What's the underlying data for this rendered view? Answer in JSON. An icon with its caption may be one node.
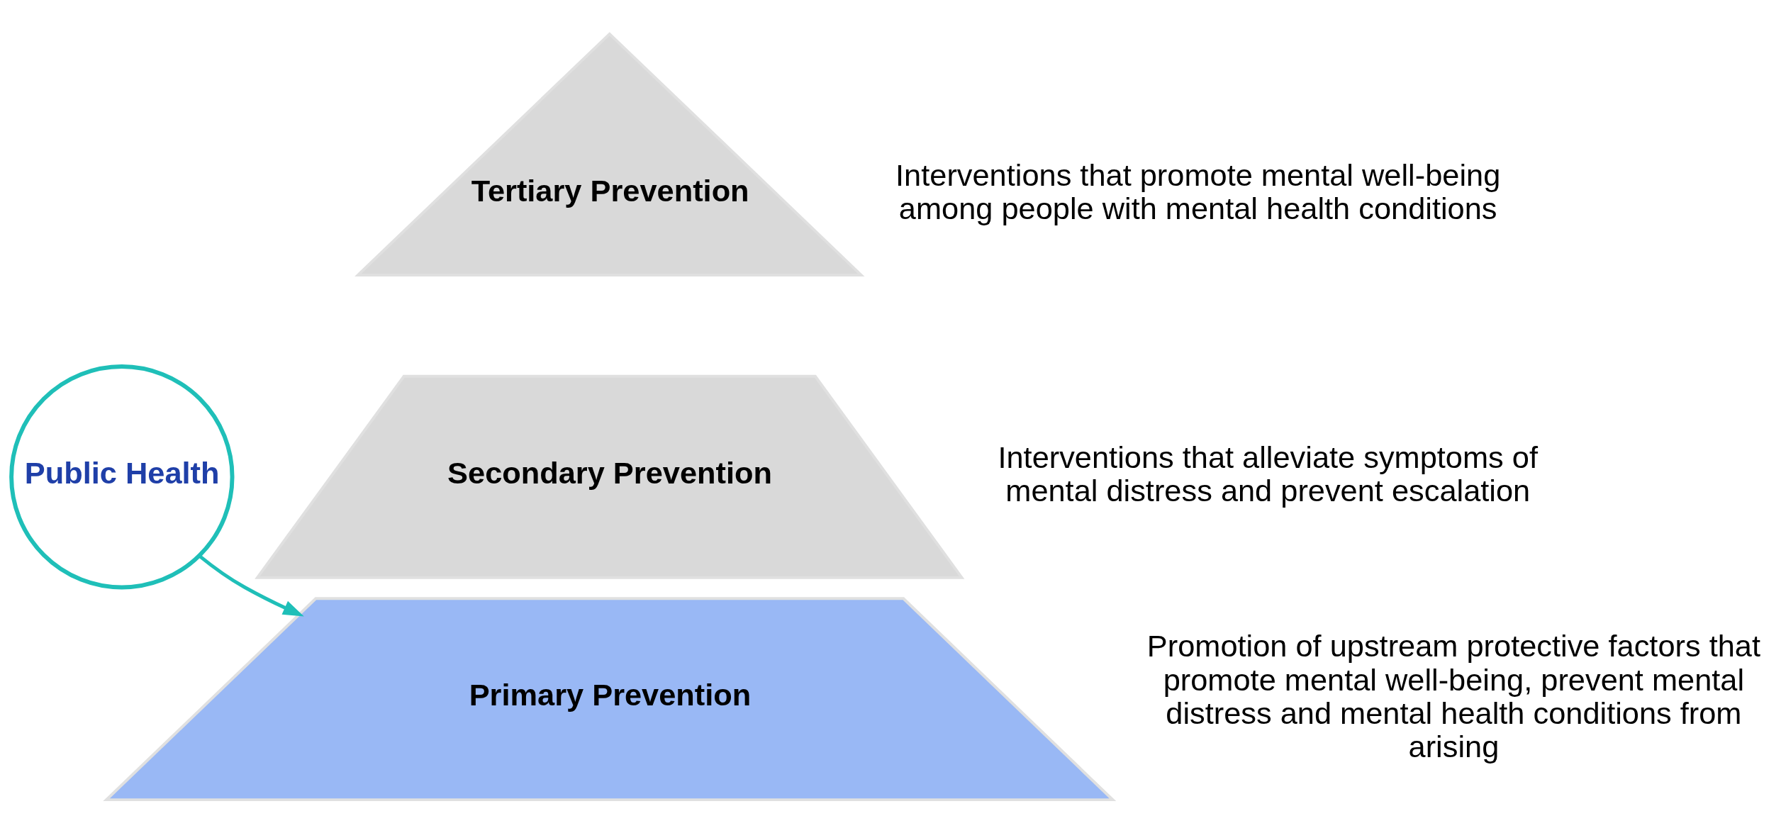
{
  "diagram": {
    "nodes": [
      {
        "text": [
          "Tertiary Prevention"
        ],
        "beside": [
          "Interventions that promote mental well-being among people with mental health conditions"
        ]
      },
      {
        "text": [
          "Secondary Prevention"
        ],
        "beside": [
          "Interventions that alleviate symptoms of mental distress and prevent escalation"
        ]
      },
      {
        "text": [
          "Primary Prevention"
        ],
        "beside": [
          "Promotion of upstream protective factors that promote mental well-being, prevent mental distress and mental health conditions from arising"
        ]
      },
      {
        "text": [
          "Public Health"
        ]
      }
    ],
    "edges": [
      {
        "from": 3,
        "to": 2,
        "arrow": "to"
      }
    ]
  }
}
